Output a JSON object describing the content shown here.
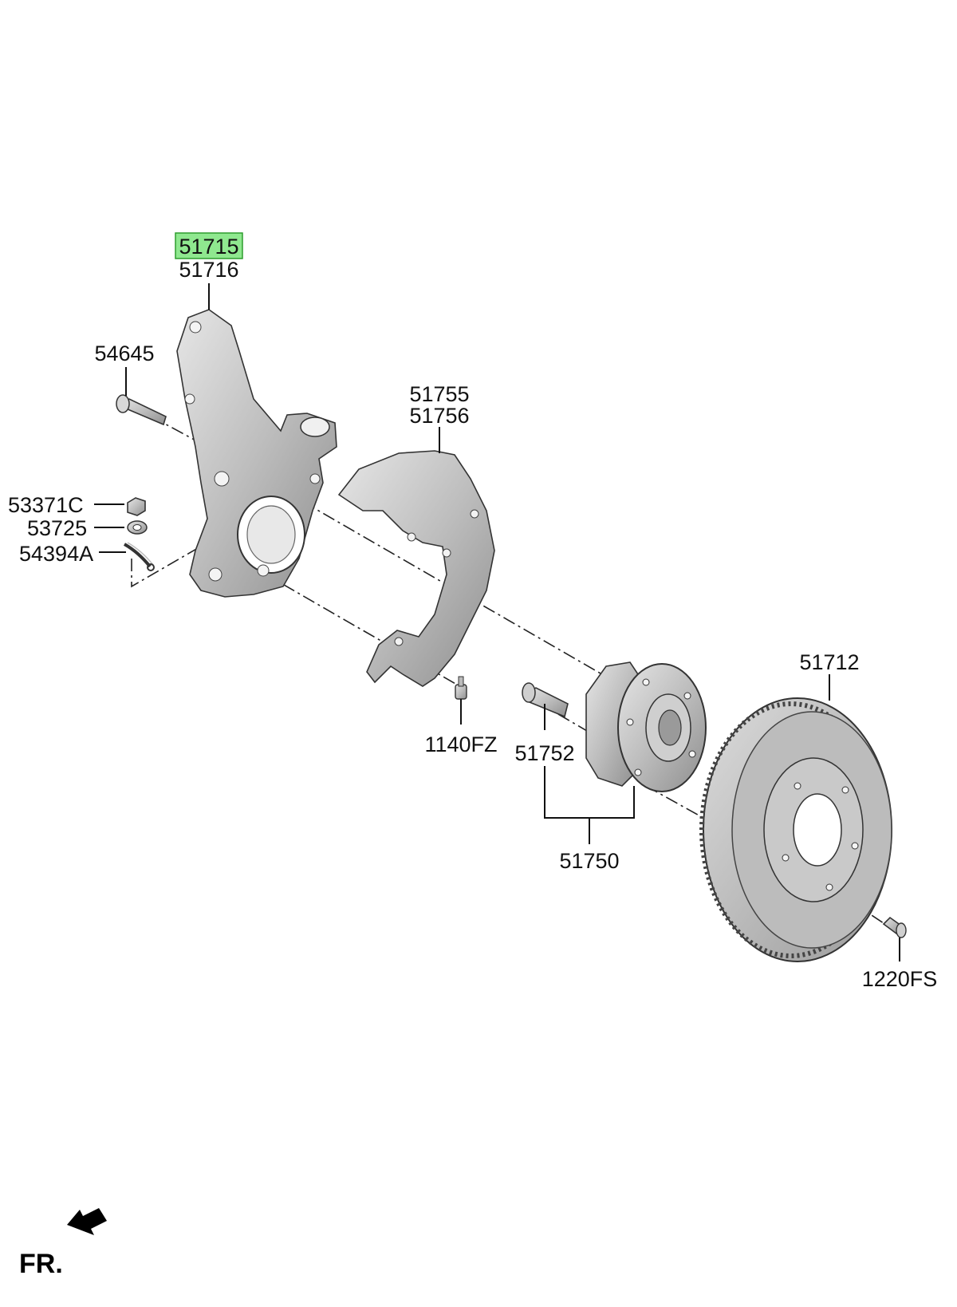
{
  "labels": {
    "knuckle_lh": "51715",
    "knuckle_rh": "51716",
    "bolt_54645": "54645",
    "nut_53371c": "53371C",
    "washer_53725": "53725",
    "pin_54394a": "54394A",
    "dust_cover_lh": "51755",
    "dust_cover_rh": "51756",
    "bolt_1140fz": "1140FZ",
    "hub_bolt_51752": "51752",
    "hub_assy_51750": "51750",
    "disc_51712": "51712",
    "screw_1220fs": "1220FS"
  },
  "direction": {
    "text": "FR."
  },
  "colors": {
    "highlight_fill": "#8fe88f",
    "highlight_border": "#2e9e2e",
    "part_fill": "#c8c8c8",
    "line": "#111111"
  }
}
